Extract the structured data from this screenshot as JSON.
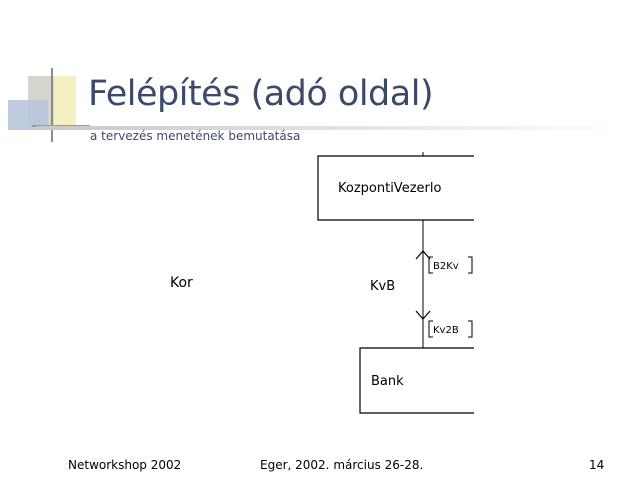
{
  "slide": {
    "title": "Felépítés (adó oldal)",
    "subtitle": "a tervezés menetének bemutatása"
  },
  "diagram": {
    "left_label": "Kor",
    "top_box_label": "KozpontiVezerlo",
    "bottom_box_label": "Bank",
    "link_label": "KvB",
    "upper_message": "B2Kv",
    "lower_message": "Kv2B"
  },
  "footer": {
    "left": "Networkshop 2002",
    "center": "Eger, 2002. március 26-28.",
    "page_number": "14"
  },
  "colors": {
    "title": "#3b4a6a",
    "deco_gray": "#c9c9c9",
    "deco_yellow": "#f5f0c0",
    "deco_blue": "#aebfd6"
  }
}
